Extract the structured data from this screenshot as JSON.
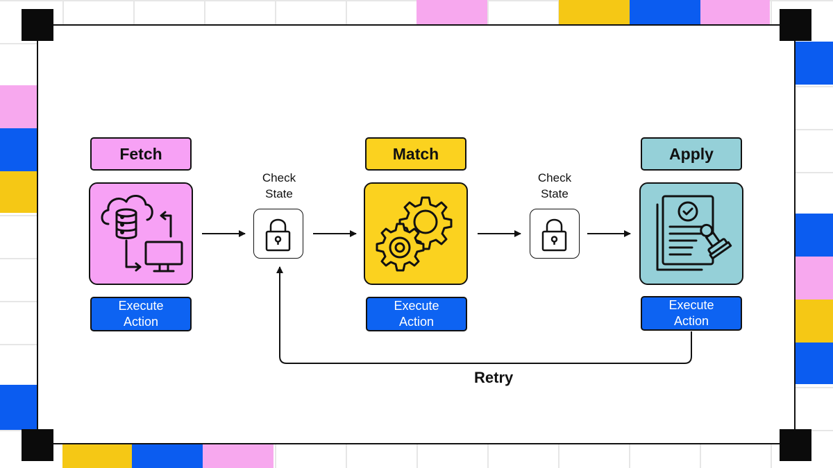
{
  "stages": [
    {
      "title": "Fetch",
      "icon": "cloud-database-transfer-icon",
      "action_line1": "Execute",
      "action_line2": "Action",
      "color": "#f7a1f5"
    },
    {
      "title": "Match",
      "icon": "gears-icon",
      "action_line1": "Execute",
      "action_line2": "Action",
      "color": "#fbd21f"
    },
    {
      "title": "Apply",
      "icon": "approved-document-stamp-icon",
      "action_line1": "Execute",
      "action_line2": "Action",
      "color": "#95d0d8"
    }
  ],
  "checks": [
    {
      "line1": "Check",
      "line2": "State",
      "icon": "lock-icon"
    },
    {
      "line1": "Check",
      "line2": "State",
      "icon": "lock-icon"
    }
  ],
  "retry_label": "Retry",
  "colors": {
    "action": "#0d63f2",
    "pink": "#f7a1f5",
    "yellow": "#f5c815",
    "blue": "#0b5cf0",
    "teal": "#95d0d8"
  }
}
